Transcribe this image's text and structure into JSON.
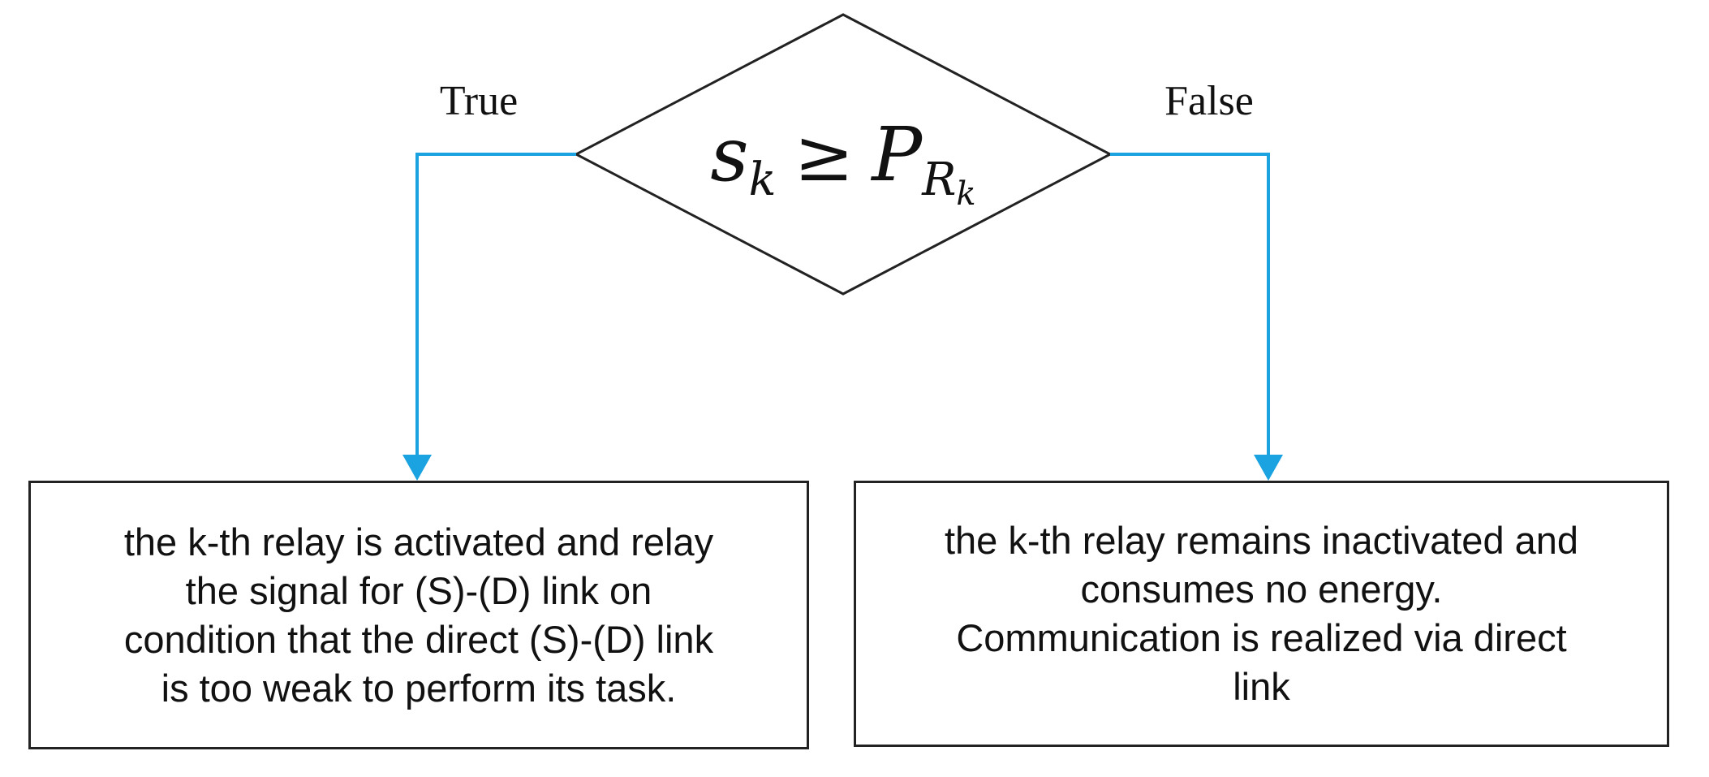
{
  "decision": {
    "lhs_symbol": "s",
    "lhs_subscript": "k",
    "operator": "≥",
    "rhs_symbol": "P",
    "rhs_subscript": "R",
    "rhs_sub_subscript": "k"
  },
  "branches": {
    "true_label": "True",
    "false_label": "False"
  },
  "outcomes": {
    "true_lines": [
      "the k-th relay is activated and relay",
      "the signal for (S)-(D) link on",
      "condition that the direct (S)-(D) link",
      "is too weak to perform its task."
    ],
    "false_lines": [
      "the k-th relay remains inactivated and",
      "consumes no energy.",
      "Communication is realized via direct",
      "link"
    ]
  },
  "colors": {
    "connector": "#1AA3E0",
    "outline": "#222222"
  }
}
